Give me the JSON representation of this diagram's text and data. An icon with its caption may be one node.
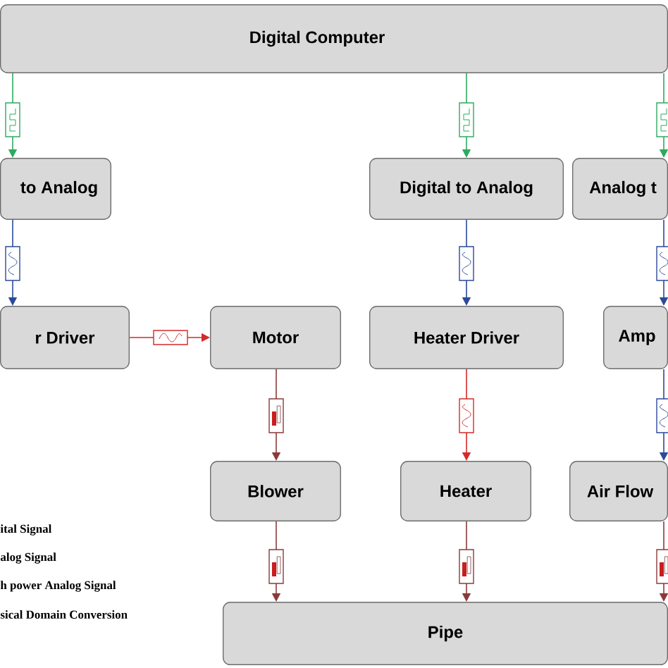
{
  "diagram": {
    "nodes": [
      {
        "text": [
          "Digital Computer"
        ]
      },
      {
        "text": [
          "to Analog"
        ]
      },
      {
        "text": [
          "Digital to Analog"
        ]
      },
      {
        "text": [
          "Analog t"
        ]
      },
      {
        "text": [
          "r Driver"
        ]
      },
      {
        "text": [
          "Motor"
        ]
      },
      {
        "text": [
          "Heater Driver"
        ]
      },
      {
        "text": [
          "Amp"
        ]
      },
      {
        "text": [
          "Blower"
        ]
      },
      {
        "text": [
          "Heater"
        ]
      },
      {
        "text": [
          "Air Flow"
        ]
      },
      {
        "text": [
          "Pipe"
        ]
      }
    ],
    "edges": [
      {
        "from": 0,
        "to": 1,
        "arrow": "to",
        "color": "#2eaa60"
      },
      {
        "from": 0,
        "to": 2,
        "arrow": "to",
        "color": "#2eaa60"
      },
      {
        "from": 0,
        "to": 3,
        "arrow": "to",
        "color": "#2eaa60"
      },
      {
        "from": 1,
        "to": 4,
        "arrow": "to",
        "color": "#2b4a9a"
      },
      {
        "from": 2,
        "to": 6,
        "arrow": "to",
        "color": "#2b4a9a"
      },
      {
        "from": 3,
        "to": 7,
        "arrow": "to",
        "color": "#2b4a9a"
      },
      {
        "from": 4,
        "to": 5,
        "arrow": "to",
        "color": "#d42a2a"
      },
      {
        "from": 5,
        "to": 8,
        "arrow": "to",
        "color": "#8b3a3a"
      },
      {
        "from": 6,
        "to": 9,
        "arrow": "to",
        "color": "#d42a2a"
      },
      {
        "from": 7,
        "to": 10,
        "arrow": "to",
        "color": "#2b4a9a"
      },
      {
        "from": 8,
        "to": 11,
        "arrow": "to",
        "color": "#8b3a3a"
      },
      {
        "from": 9,
        "to": 11,
        "arrow": "to",
        "color": "#8b3a3a"
      },
      {
        "from": 10,
        "to": 11,
        "arrow": "to",
        "color": "#8b3a3a"
      }
    ],
    "labels": [
      "ital Signal",
      "alog Signal",
      "h power Analog Signal",
      "sical Domain Conversion"
    ]
  }
}
